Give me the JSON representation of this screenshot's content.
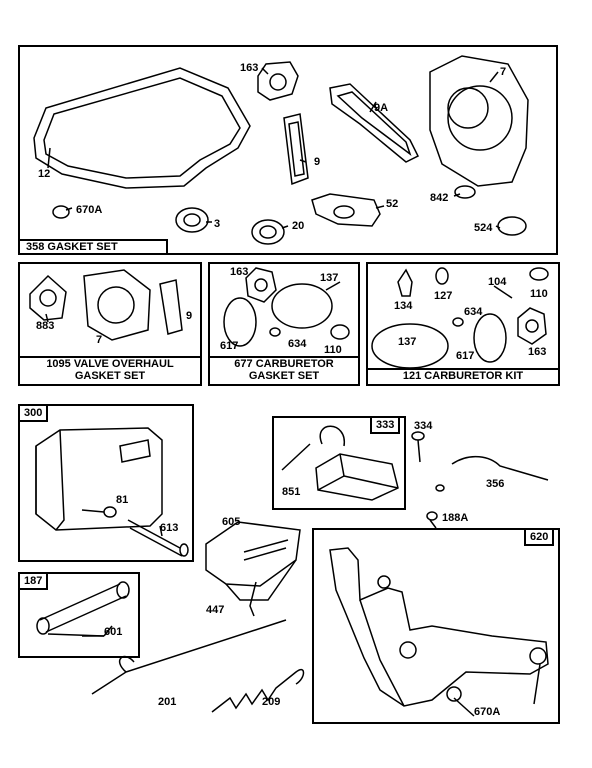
{
  "boxes": {
    "gasket_set": "358 GASKET SET",
    "valve_overhaul": [
      "1095 VALVE OVERHAUL",
      "GASKET SET"
    ],
    "carb_gasket": [
      "677 CARBURETOR",
      "GASKET SET"
    ],
    "carb_kit": "121 CARBURETOR KIT",
    "muffler": "300",
    "ignition": "333",
    "guard": "187",
    "bracket": "620"
  },
  "labels": {
    "p163a": "163",
    "p7a": "7",
    "p9a": "9A",
    "p12": "12",
    "p9b": "9",
    "p670a_top": "670A",
    "p3": "3",
    "p20": "20",
    "p52": "52",
    "p842": "842",
    "p524": "524",
    "p883": "883",
    "p7b": "7",
    "p9c": "9",
    "p163b": "163",
    "p137a": "137",
    "p617a": "617",
    "p634a": "634",
    "p110a": "110",
    "p134": "134",
    "p127": "127",
    "p104": "104",
    "p110b": "110",
    "p634b": "634",
    "p137b": "137",
    "p617b": "617",
    "p163c": "163",
    "p81": "81",
    "p613": "613",
    "p334": "334",
    "p851": "851",
    "p356": "356",
    "p188a": "188A",
    "p605": "605",
    "p601": "601",
    "p447": "447",
    "p201": "201",
    "p209": "209",
    "p670a_bot": "670A"
  }
}
